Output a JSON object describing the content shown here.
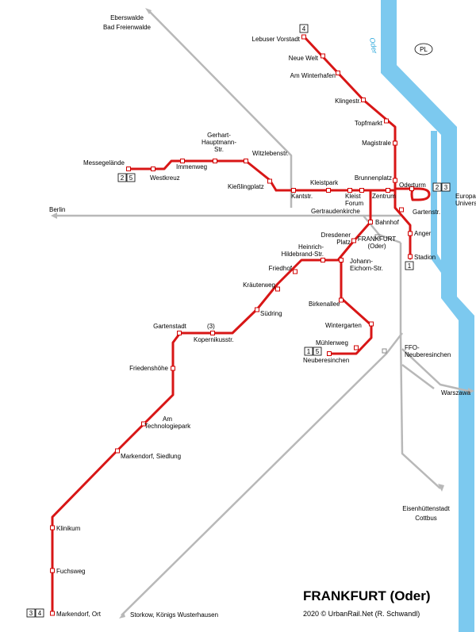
{
  "map": {
    "title": "FRANKFURT (Oder)",
    "credit": "2020 © UrbanRail.Net (R. Schwandl)",
    "river": "Oder",
    "border_badge": "PL",
    "colors": {
      "tram": "#d81616",
      "rail": "#b8b8b8",
      "river": "#7cc9ef"
    },
    "rail_destinations": {
      "north": "Eberswalde\nBad Freienwalde",
      "west": "Berlin",
      "east": "Warszawa",
      "south": "Eisenhüttenstadt\nCottbus",
      "southwest": "Storkow, Königs Wusterhausen"
    },
    "rail_stations": {
      "main": "FRANKFURT\n(Oder)",
      "secondary": "FFO-\nNeuberesinchen"
    },
    "line_note": "(3)",
    "stations": [
      "Lebuser Vorstadt",
      "Neue Welt",
      "Am Winterhafen",
      "Klingestr.",
      "Topfmarkt",
      "Magistrale",
      "Brunnenplatz",
      "Oderturm",
      "Europa-\nUniversität",
      "Zentrum",
      "Gartenstr.",
      "Anger",
      "Stadion",
      "Kleistpark",
      "Kleist\nForum",
      "Gertraudenkirche",
      "Bahnhof",
      "Kantstr.",
      "Kießlingplatz",
      "Witzlebenstr.",
      "Gerhart-\nHauptmann-\nStr.",
      "Immenweg",
      "Westkreuz",
      "Messegelände",
      "Dresdener\nPlatz",
      "Heinrich-\nHildebrand-Str.",
      "Johann-\nEichorn-Str.",
      "Friedhof",
      "Kräuterweg",
      "Südring",
      "Kopernikusstr.",
      "Gartenstadt",
      "Friedenshöhe",
      "Am\nTechnologiepark",
      "Markendorf, Siedlung",
      "Klinikum",
      "Fuchsweg",
      "Markendorf, Ort",
      "Birkenallee",
      "Wintergarten",
      "Mühlenweg",
      "Neuberesinchen"
    ],
    "terminus_lines": {
      "lebuser": [
        "4"
      ],
      "stadion": [
        "1"
      ],
      "europa": [
        "2",
        "3"
      ],
      "messe": [
        "2",
        "5"
      ],
      "neuberesinchen": [
        "1",
        "5"
      ],
      "markendorf": [
        "3",
        "4"
      ]
    }
  }
}
